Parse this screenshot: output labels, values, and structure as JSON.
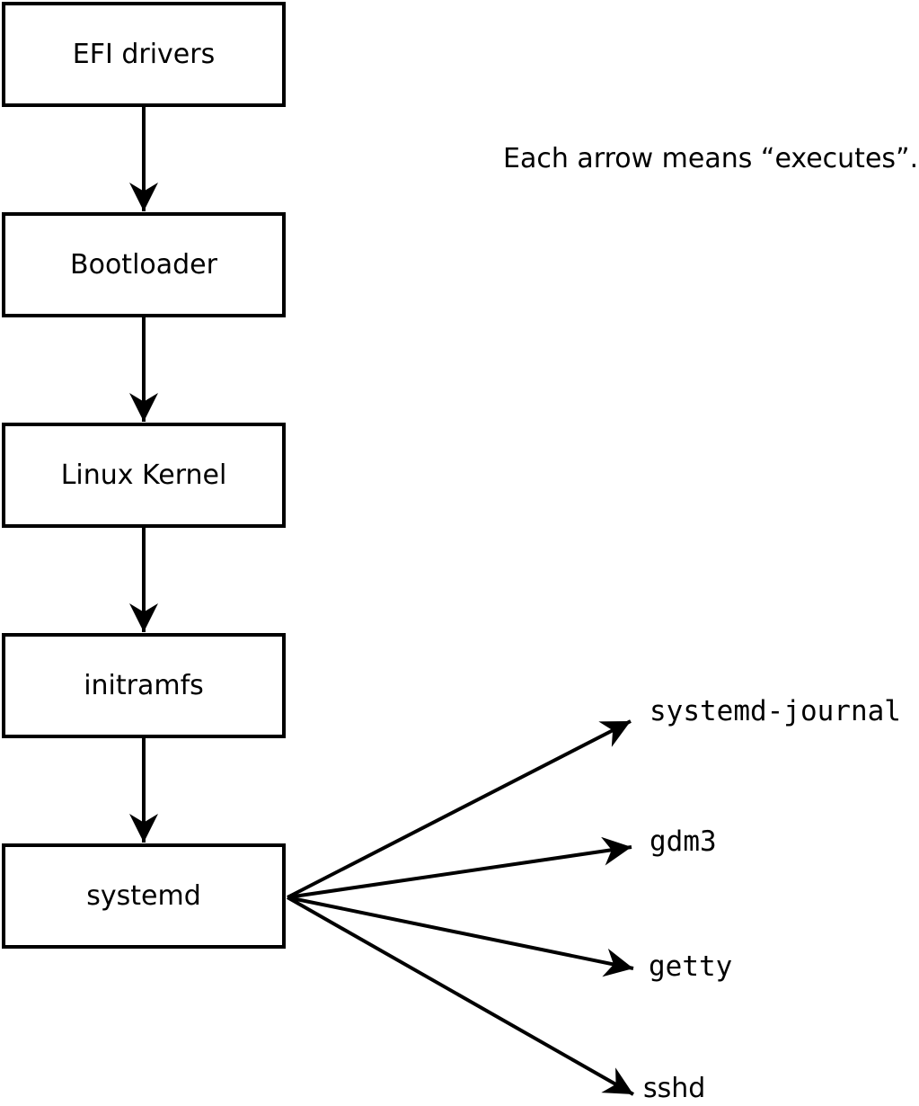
{
  "diagram": {
    "caption": "Each arrow means “executes”.",
    "colors": {
      "stroke": "#000000",
      "background": "#ffffff"
    },
    "chain": [
      {
        "label": "EFI drivers"
      },
      {
        "label": "Bootloader"
      },
      {
        "label": "Linux Kernel"
      },
      {
        "label": "initramfs"
      },
      {
        "label": "systemd"
      }
    ],
    "targets": [
      {
        "label": "systemd-journal"
      },
      {
        "label": "gdm3"
      },
      {
        "label": "getty"
      },
      {
        "label": "sshd"
      }
    ]
  }
}
